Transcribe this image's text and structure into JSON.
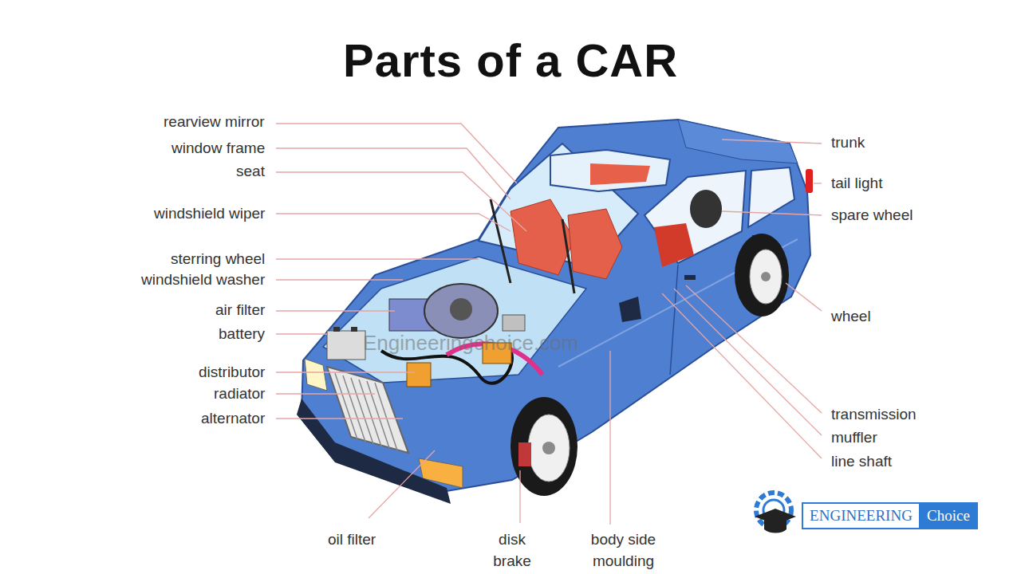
{
  "diagram": {
    "title": "Parts of a CAR",
    "nodes": [
      {
        "text": [
          "ENGINEERING"
        ]
      },
      {
        "text": [
          "Choice"
        ]
      }
    ],
    "labels": [
      "rearview mirror",
      "window frame",
      "seat",
      "windshield wiper",
      "sterring wheel",
      "windshield washer",
      "air filter",
      "battery",
      "distributor",
      "radiator",
      "alternator",
      "trunk",
      "tail light",
      "spare wheel",
      "wheel",
      "transmission",
      "muffler",
      "line shaft",
      "oil filter",
      "disk brake",
      "body side moulding",
      "Engineeringchoice.com"
    ]
  }
}
